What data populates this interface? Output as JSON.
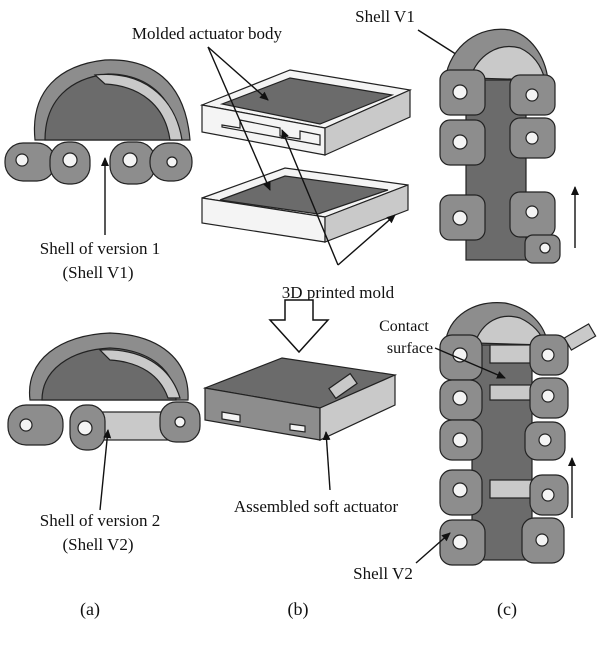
{
  "labels": {
    "molded_body": "Molded actuator body",
    "shell_v1_top": "Shell V1",
    "shell_v1_line1": "Shell of version 1",
    "shell_v1_line2": "(Shell V1)",
    "printed_mold": "3D printed mold",
    "contact_line1": "Contact",
    "contact_line2": "surface",
    "shell_v2_line1": "Shell of version 2",
    "shell_v2_line2": "(Shell V2)",
    "assembled": "Assembled soft actuator",
    "shell_v2_bottom": "Shell V2",
    "panel_a": "(a)",
    "panel_b": "(b)",
    "panel_c": "(c)"
  },
  "icons": [
    "down-arrow-icon",
    "up-arrow-icon"
  ]
}
